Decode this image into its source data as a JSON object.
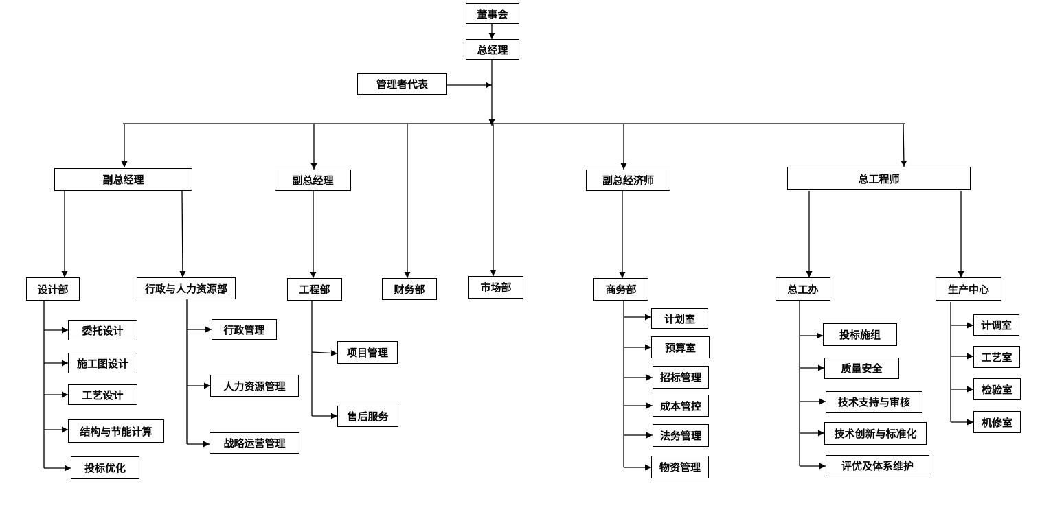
{
  "chart": {
    "board": "董事会",
    "general_manager": "总经理",
    "management_rep": "管理者代表",
    "vp_left": "副总经理",
    "vp_mid": "副总经理",
    "deputy_economist": "副总经济师",
    "chief_engineer": "总工程师",
    "design_dept": "设计部",
    "admin_hr_dept": "行政与人力资源部",
    "engineering_dept": "工程部",
    "finance_dept": "财务部",
    "market_dept": "市场部",
    "business_dept": "商务部",
    "chief_eng_office": "总工办",
    "production_center": "生产中心",
    "design_children": [
      "委托设计",
      "施工图设计",
      "工艺设计",
      "结构与节能计算",
      "投标优化"
    ],
    "admin_children": [
      "行政管理",
      "人力资源管理",
      "战略运营管理"
    ],
    "engineering_children": [
      "项目管理",
      "售后服务"
    ],
    "business_children": [
      "计划室",
      "预算室",
      "招标管理",
      "成本管控",
      "法务管理",
      "物资管理"
    ],
    "chief_office_children": [
      "投标施组",
      "质量安全",
      "技术支持与审核",
      "技术创新与标准化",
      "评优及体系维护"
    ],
    "production_children": [
      "计调室",
      "工艺室",
      "检验室",
      "机修室"
    ]
  }
}
